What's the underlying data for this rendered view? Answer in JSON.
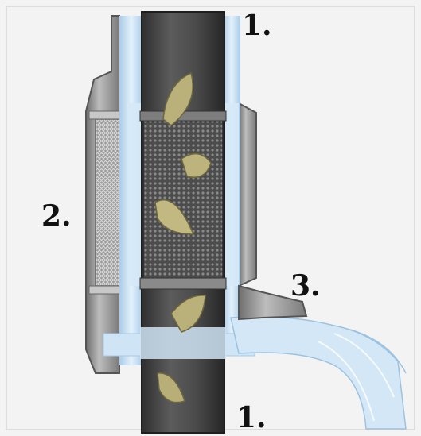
{
  "labels": {
    "top_inlet": "1.",
    "side_housing": "2.",
    "side_outlet": "3.",
    "bottom_outlet": "1."
  },
  "colors": {
    "pipe_dark": "#3f3f3f",
    "pipe_mid": "#5a5a5a",
    "housing_grey": "#9b9b9b",
    "water": "#cfe4f5",
    "water_accent": "#8fb9dc",
    "mesh": "#6f6f6f",
    "leaf": "#b8b07a",
    "leaf_dark": "#6d6740",
    "background": "#f4f4f4"
  }
}
